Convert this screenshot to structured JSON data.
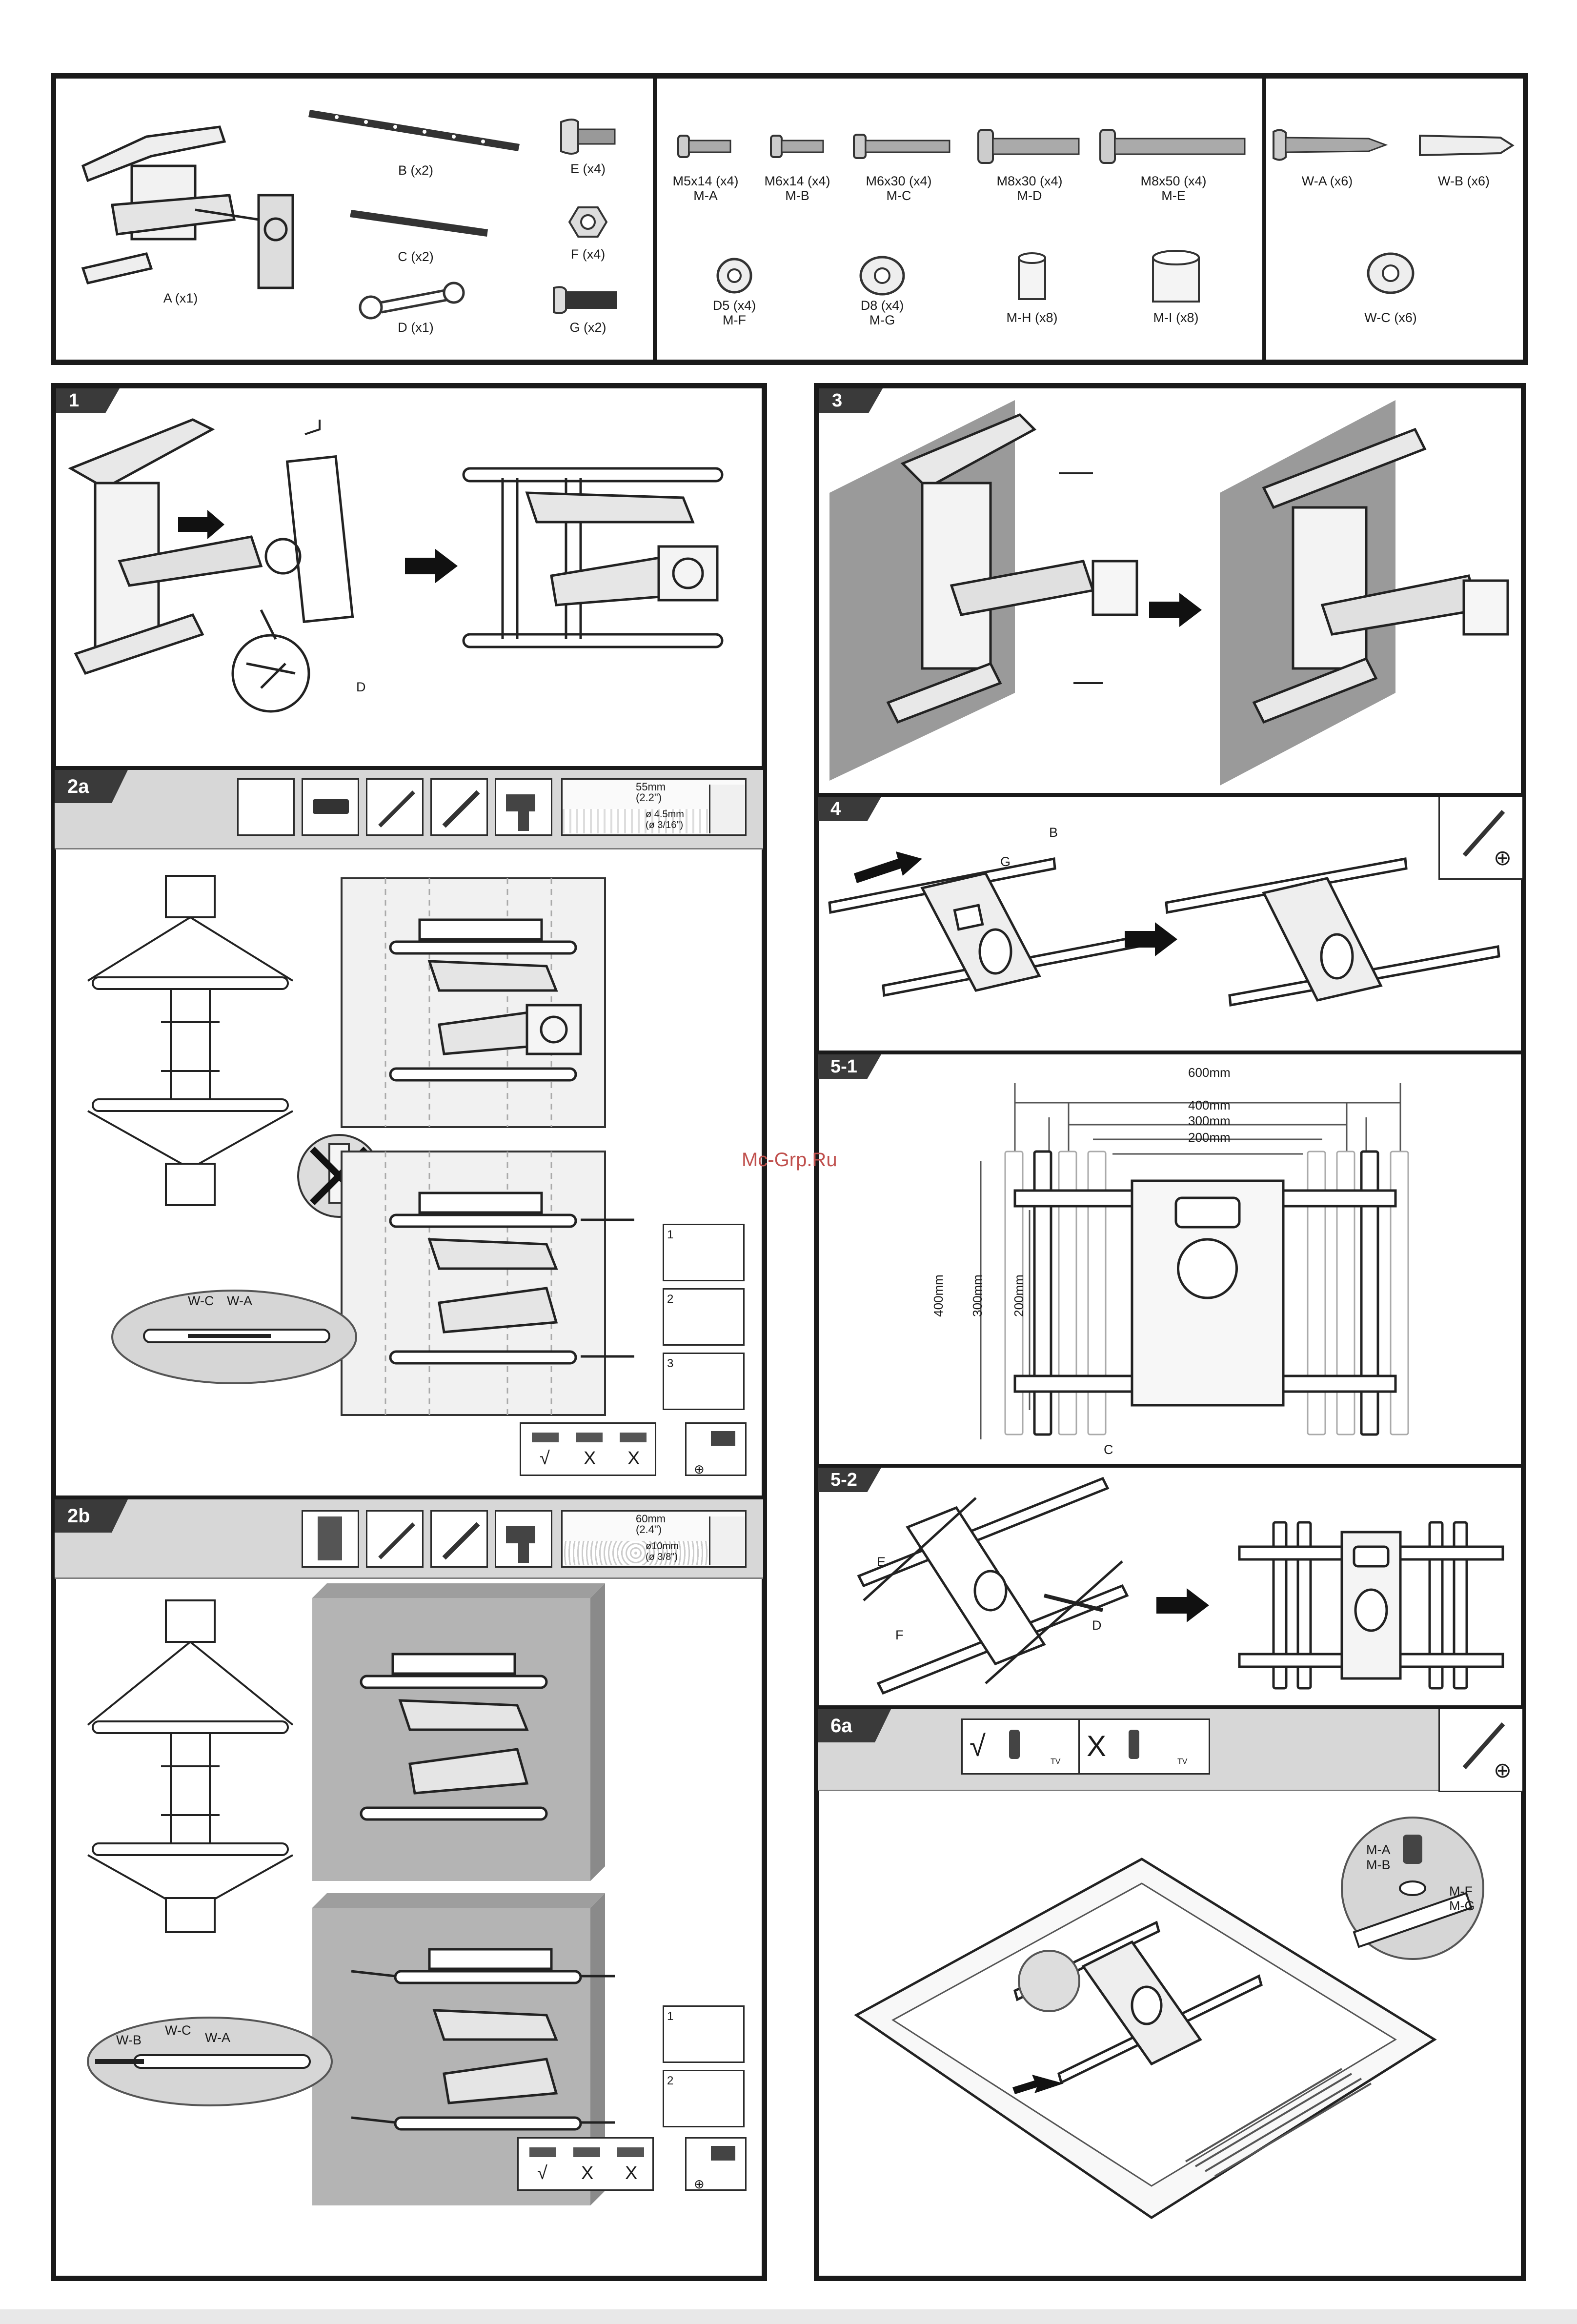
{
  "parts": {
    "a": "A (x1)",
    "b": "B (x2)",
    "c": "C (x2)",
    "d": "D (x1)",
    "e": "E (x4)",
    "f": "F (x4)",
    "g": "G (x2)",
    "m_a": {
      "size": "M5x14 (x4)",
      "code": "M-A"
    },
    "m_b": {
      "size": "M6x14 (x4)",
      "code": "M-B"
    },
    "m_c": {
      "size": "M6x30 (x4)",
      "code": "M-C"
    },
    "m_d": {
      "size": "M8x30 (x4)",
      "code": "M-D"
    },
    "m_e": {
      "size": "M8x50 (x4)",
      "code": "M-E"
    },
    "m_f": {
      "size": "D5 (x4)",
      "code": "M-F"
    },
    "m_g": {
      "size": "D8 (x4)",
      "code": "M-G"
    },
    "m_h": "M-H (x8)",
    "m_i": "M-I (x8)",
    "w_a": "W-A (x6)",
    "w_b": "W-B (x6)",
    "w_c": "W-C (x6)"
  },
  "steps": {
    "s1": {
      "tag": "1",
      "callout": "D"
    },
    "s2a": {
      "tag": "2a",
      "depth": "55mm",
      "depth_in": "(2.2\")",
      "dia": "ø 4.5mm",
      "dia_in": "(ø 3/16\")",
      "callout_wc": "W-C",
      "callout_wa": "W-A",
      "sub": [
        "1",
        "2",
        "3"
      ],
      "ok": "√",
      "no1": "X",
      "no2": "X"
    },
    "s2b": {
      "tag": "2b",
      "depth": "60mm",
      "depth_in": "(2.4\")",
      "dia": "ø10mm",
      "dia_in": "(ø 3/8\")",
      "callout_wb": "W-B",
      "callout_wc": "W-C",
      "callout_wa": "W-A",
      "sub": [
        "1",
        "2"
      ],
      "ok": "√",
      "no1": "X",
      "no2": "X"
    },
    "s3": {
      "tag": "3"
    },
    "s4": {
      "tag": "4",
      "callout_b": "B",
      "callout_g": "G"
    },
    "s51": {
      "tag": "5-1",
      "d600": "600mm",
      "d400": "400mm",
      "d300": "300mm",
      "d200": "200mm",
      "v400": "400mm",
      "v300": "300mm",
      "v200": "200mm",
      "callout_c": "C"
    },
    "s52": {
      "tag": "5-2",
      "callout_e": "E",
      "callout_f": "F",
      "callout_d": "D"
    },
    "s6a": {
      "tag": "6a",
      "ok": "√",
      "no": "X",
      "tv": "TV",
      "ma": "M-A",
      "mb": "M-B",
      "mf": "M-F",
      "mg": "M-G"
    }
  },
  "watermark": "Mc-Grp.Ru"
}
